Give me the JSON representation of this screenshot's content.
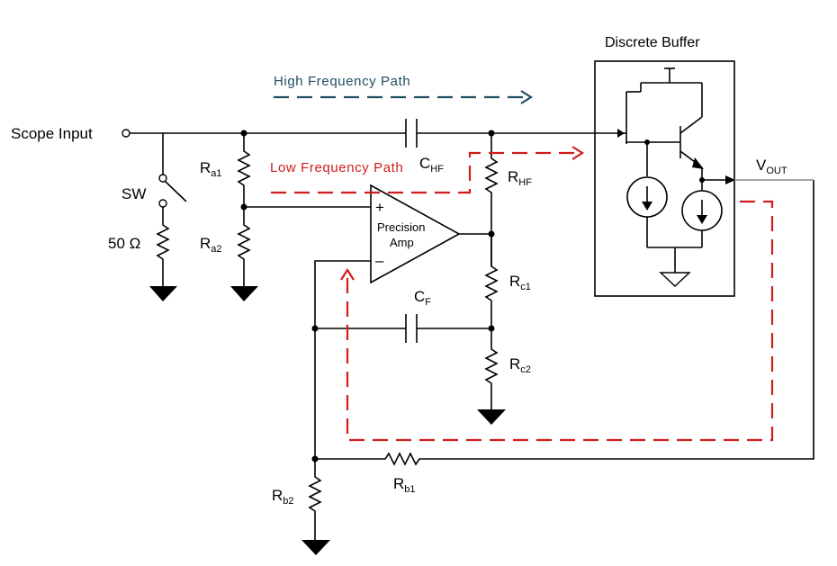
{
  "labels": {
    "scope_input": "Scope Input",
    "switch": "SW",
    "termination": "50 Ω",
    "discrete_buffer": "Discrete Buffer",
    "high_freq_path": "High Frequency Path",
    "low_freq_path": "Low Frequency Path",
    "amp_line1": "Precision",
    "amp_line2": "Amp",
    "plus": "+",
    "minus": "–"
  },
  "components": {
    "ra1": {
      "main": "R",
      "sub": "a1"
    },
    "ra2": {
      "main": "R",
      "sub": "a2"
    },
    "chf": {
      "main": "C",
      "sub": "HF"
    },
    "rhf": {
      "main": "R",
      "sub": "HF"
    },
    "rc1": {
      "main": "R",
      "sub": "c1"
    },
    "cf": {
      "main": "C",
      "sub": "F"
    },
    "rc2": {
      "main": "R",
      "sub": "c2"
    },
    "rb1": {
      "main": "R",
      "sub": "b1"
    },
    "rb2": {
      "main": "R",
      "sub": "b2"
    },
    "vout": {
      "main": "V",
      "sub": "OUT"
    }
  },
  "colors": {
    "low_frequency_path": "#d01c1c",
    "high_frequency_path": "#1f4e5f",
    "output_wire": "#8a8a8a"
  }
}
